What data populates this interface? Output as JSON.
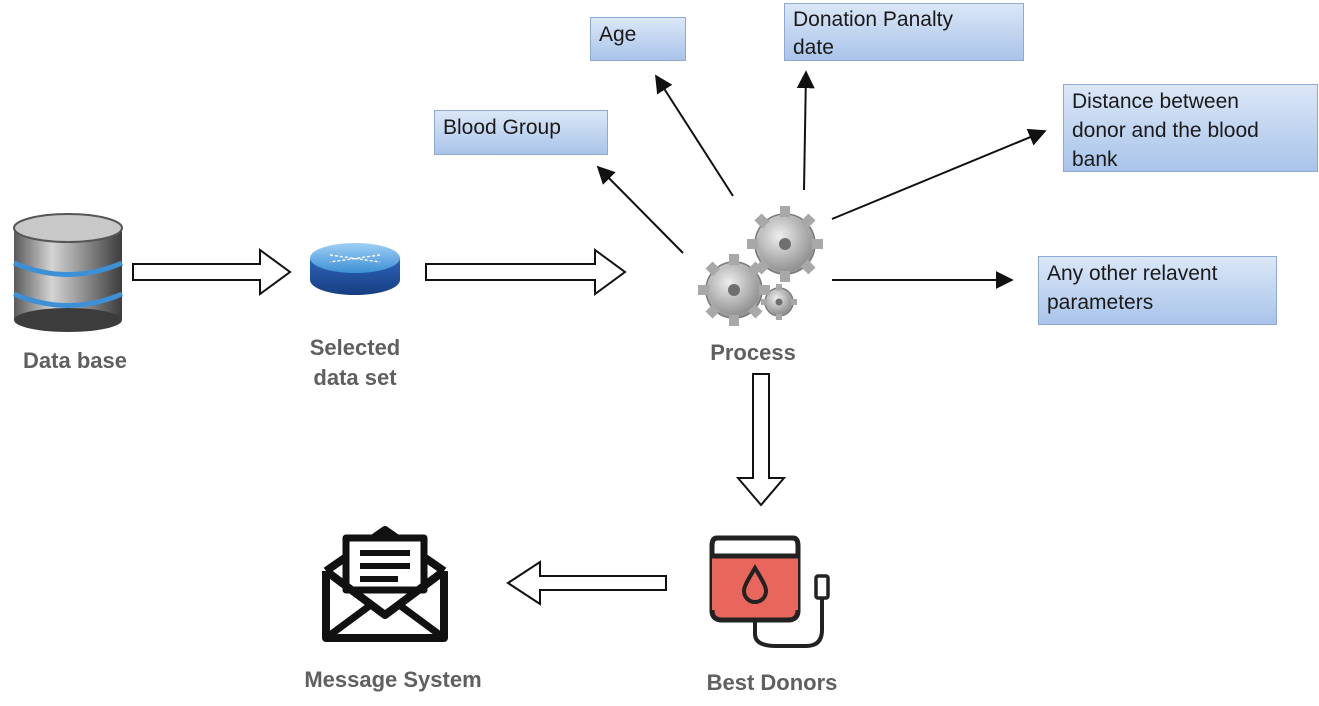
{
  "nodes": {
    "database": "Data base",
    "selected_data_set": "Selected\ndata set",
    "process": "Process",
    "best_donors": "Best Donors",
    "message_system": "Message System"
  },
  "parameters": {
    "blood_group": "Blood Group",
    "age": "Age",
    "donation_penalty_date": "Donation Panalty\ndate",
    "distance": "Distance between\ndonor and the blood\n bank",
    "other": "Any other relavent\nparameters"
  },
  "colors": {
    "param_box_top": "#dbe7f7",
    "param_box_bottom": "#a9c4ea",
    "label_gray": "#5f5f5f",
    "blood_bag_red": "#e8665c"
  },
  "icons": [
    "database-icon",
    "dataset-disk-icon",
    "gears-icon",
    "blood-bag-icon",
    "envelope-icon"
  ]
}
